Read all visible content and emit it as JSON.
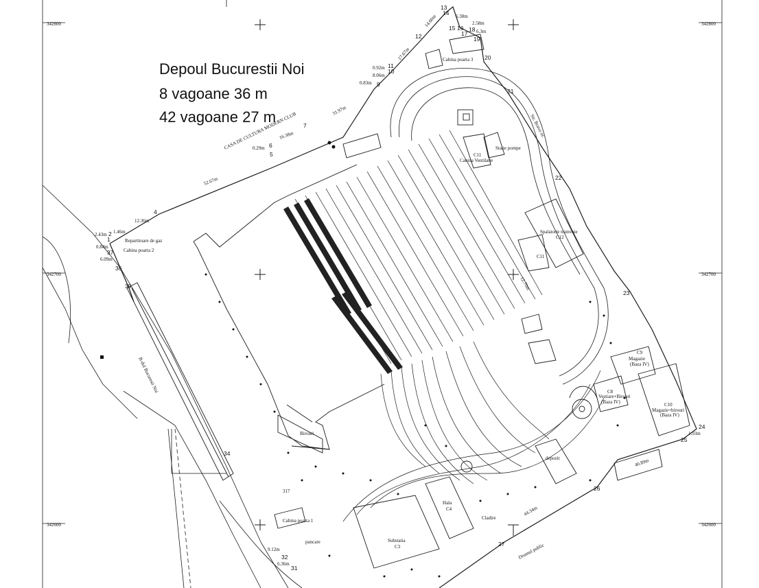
{
  "title": {
    "line1": "Depoul Bucurestii Noi",
    "line2": "8 vagoane 36 m",
    "line3": "42 vagoane 27 m"
  },
  "grid_labels": [
    "342800",
    "342700",
    "342600"
  ],
  "buildings": {
    "birouri": "Birouri",
    "depozit": "depozit",
    "substatia": "Substatia",
    "substatia_code": "C3",
    "hala": "Hala",
    "hala_code": "C4",
    "pancare": "pancare",
    "magazin_c10": "Magazie+birouri",
    "magazin_c10_code": "C10",
    "magazin_c10_sub": "(Baza IV)",
    "magazie_c9": "Magazie",
    "magazie_c9_code": "C9",
    "magazie_c9_sub": "(Baza IV)",
    "vestiare": "Vestiare+Birouri",
    "vestiare_code": "C8",
    "vestiare_sub": "(Baza IV)",
    "spalatorie": "Spalatorie tramvaie",
    "spalatorie_code": "C12",
    "cabina_poarta1": "Cabina poarta 1",
    "cabina_poarta2": "Cabina poarta 2",
    "cabina_poarta3": "Cabina poarta 3",
    "statie_pompe": "Statie pompe",
    "cabina_ventilatie": "Cabina Ventilatie",
    "c11": "C11",
    "repartitor": "Repartitoare de gaz",
    "casa_cultura": "CASA DE CULTURA MODERN CLUB",
    "sos_bucuresti_noi": "B-dul Bucuresti Noi",
    "str_bravo": "Str. Bravo nr.",
    "drum_public": "Drumul public",
    "cladire": "Cladire",
    "lot": "317"
  },
  "boundary_points": [
    "1",
    "2",
    "4",
    "5",
    "6",
    "7",
    "9",
    "10",
    "11",
    "12",
    "13",
    "14",
    "15",
    "16",
    "17",
    "18",
    "19",
    "20",
    "21",
    "22",
    "23",
    "24",
    "25",
    "26",
    "27",
    "31",
    "32",
    "34",
    "35",
    "36",
    "37"
  ],
  "dimensions": [
    "14.60m",
    "2.58m",
    "6.38m",
    "6.3m",
    "17.67m",
    "0.92m",
    "8.06m",
    "0.83m",
    "31.97m",
    "16.38m",
    "0.29m",
    "52.67m",
    "12.36m",
    "2.43m",
    "1.46m",
    "0.84m",
    "6.09m",
    "40.89m",
    "44.34m",
    "1.93m",
    "12.70m",
    "9.12m",
    "6.36m"
  ],
  "colors": {
    "ink": "#1a1a1a",
    "paper": "#ffffff"
  }
}
